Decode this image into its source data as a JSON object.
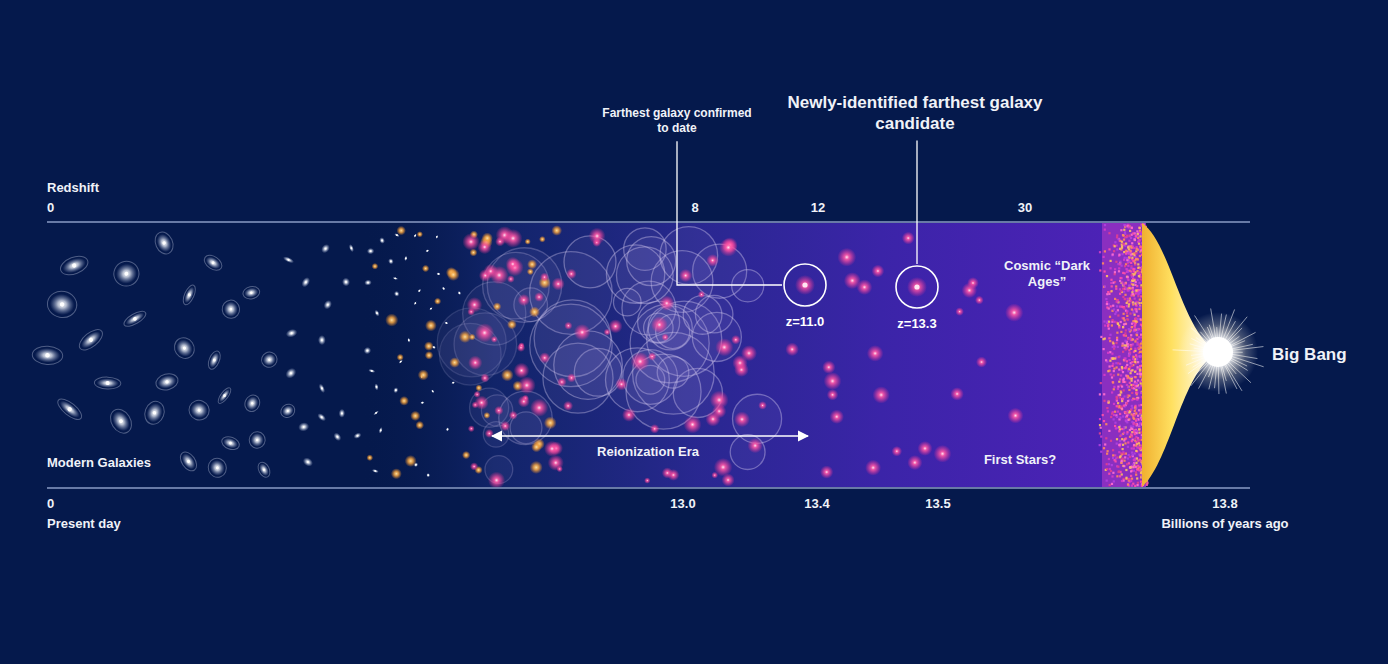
{
  "diagram": {
    "nodes": [
      {
        "text": [
          "z=11.0"
        ]
      },
      {
        "text": [
          "z=13.3"
        ]
      }
    ],
    "labels": [
      "Farthest galaxy confirmed to date",
      "Newly-identified farthest galaxy candidate",
      "Redshift",
      "0",
      "8",
      "12",
      "30",
      "Cosmic “Dark Ages”",
      "Modern Galaxies",
      "Reionization Era",
      "First Stars?",
      "Big Bang",
      "0",
      "Present day",
      "13.0",
      "13.4",
      "13.5",
      "13.8",
      "Billions of years ago"
    ]
  }
}
